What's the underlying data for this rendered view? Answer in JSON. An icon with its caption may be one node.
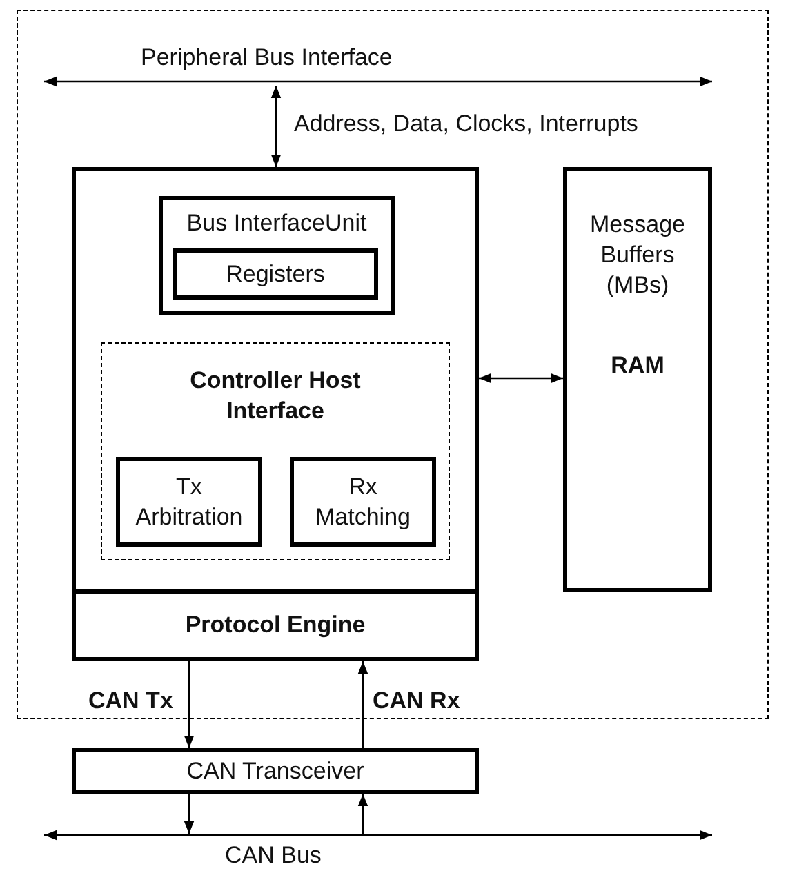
{
  "diagram": {
    "nodes": [
      {
        "text": [],
        "shape": "box"
      },
      {
        "text": [
          "Peripheral Bus Interface"
        ],
        "in": 0
      },
      {
        "text": [],
        "shape": "box",
        "in": 0
      },
      {
        "text": [
          "Bus InterfaceUnit"
        ],
        "in": 2
      },
      {
        "text": [
          "Registers"
        ],
        "in": 3
      },
      {
        "text": [
          "Controller Host Interface"
        ],
        "in": 2
      },
      {
        "text": [
          "Tx Arbitration"
        ],
        "in": 5
      },
      {
        "text": [
          "Rx Matching"
        ],
        "in": 5
      },
      {
        "text": [
          "Protocol Engine"
        ],
        "in": 2
      },
      {
        "text": [
          "Message Buffers (MBs)",
          "RAM"
        ],
        "in": 0
      },
      {
        "text": [
          "CAN Transceiver"
        ]
      },
      {
        "text": [
          "CAN Bus"
        ]
      }
    ],
    "edges": [
      {
        "from": 1,
        "to": 2,
        "arrow": "both",
        "label": "Address, Data, Clocks, Interrupts"
      },
      {
        "from": 2,
        "to": 9,
        "arrow": "both"
      },
      {
        "from": 8,
        "to": 10,
        "arrow": "to",
        "label": "CAN Tx"
      },
      {
        "from": 10,
        "to": 8,
        "arrow": "to",
        "label": "CAN Rx"
      },
      {
        "from": 10,
        "to": 11,
        "arrow": "to"
      },
      {
        "from": 11,
        "to": 10,
        "arrow": "to"
      }
    ]
  }
}
